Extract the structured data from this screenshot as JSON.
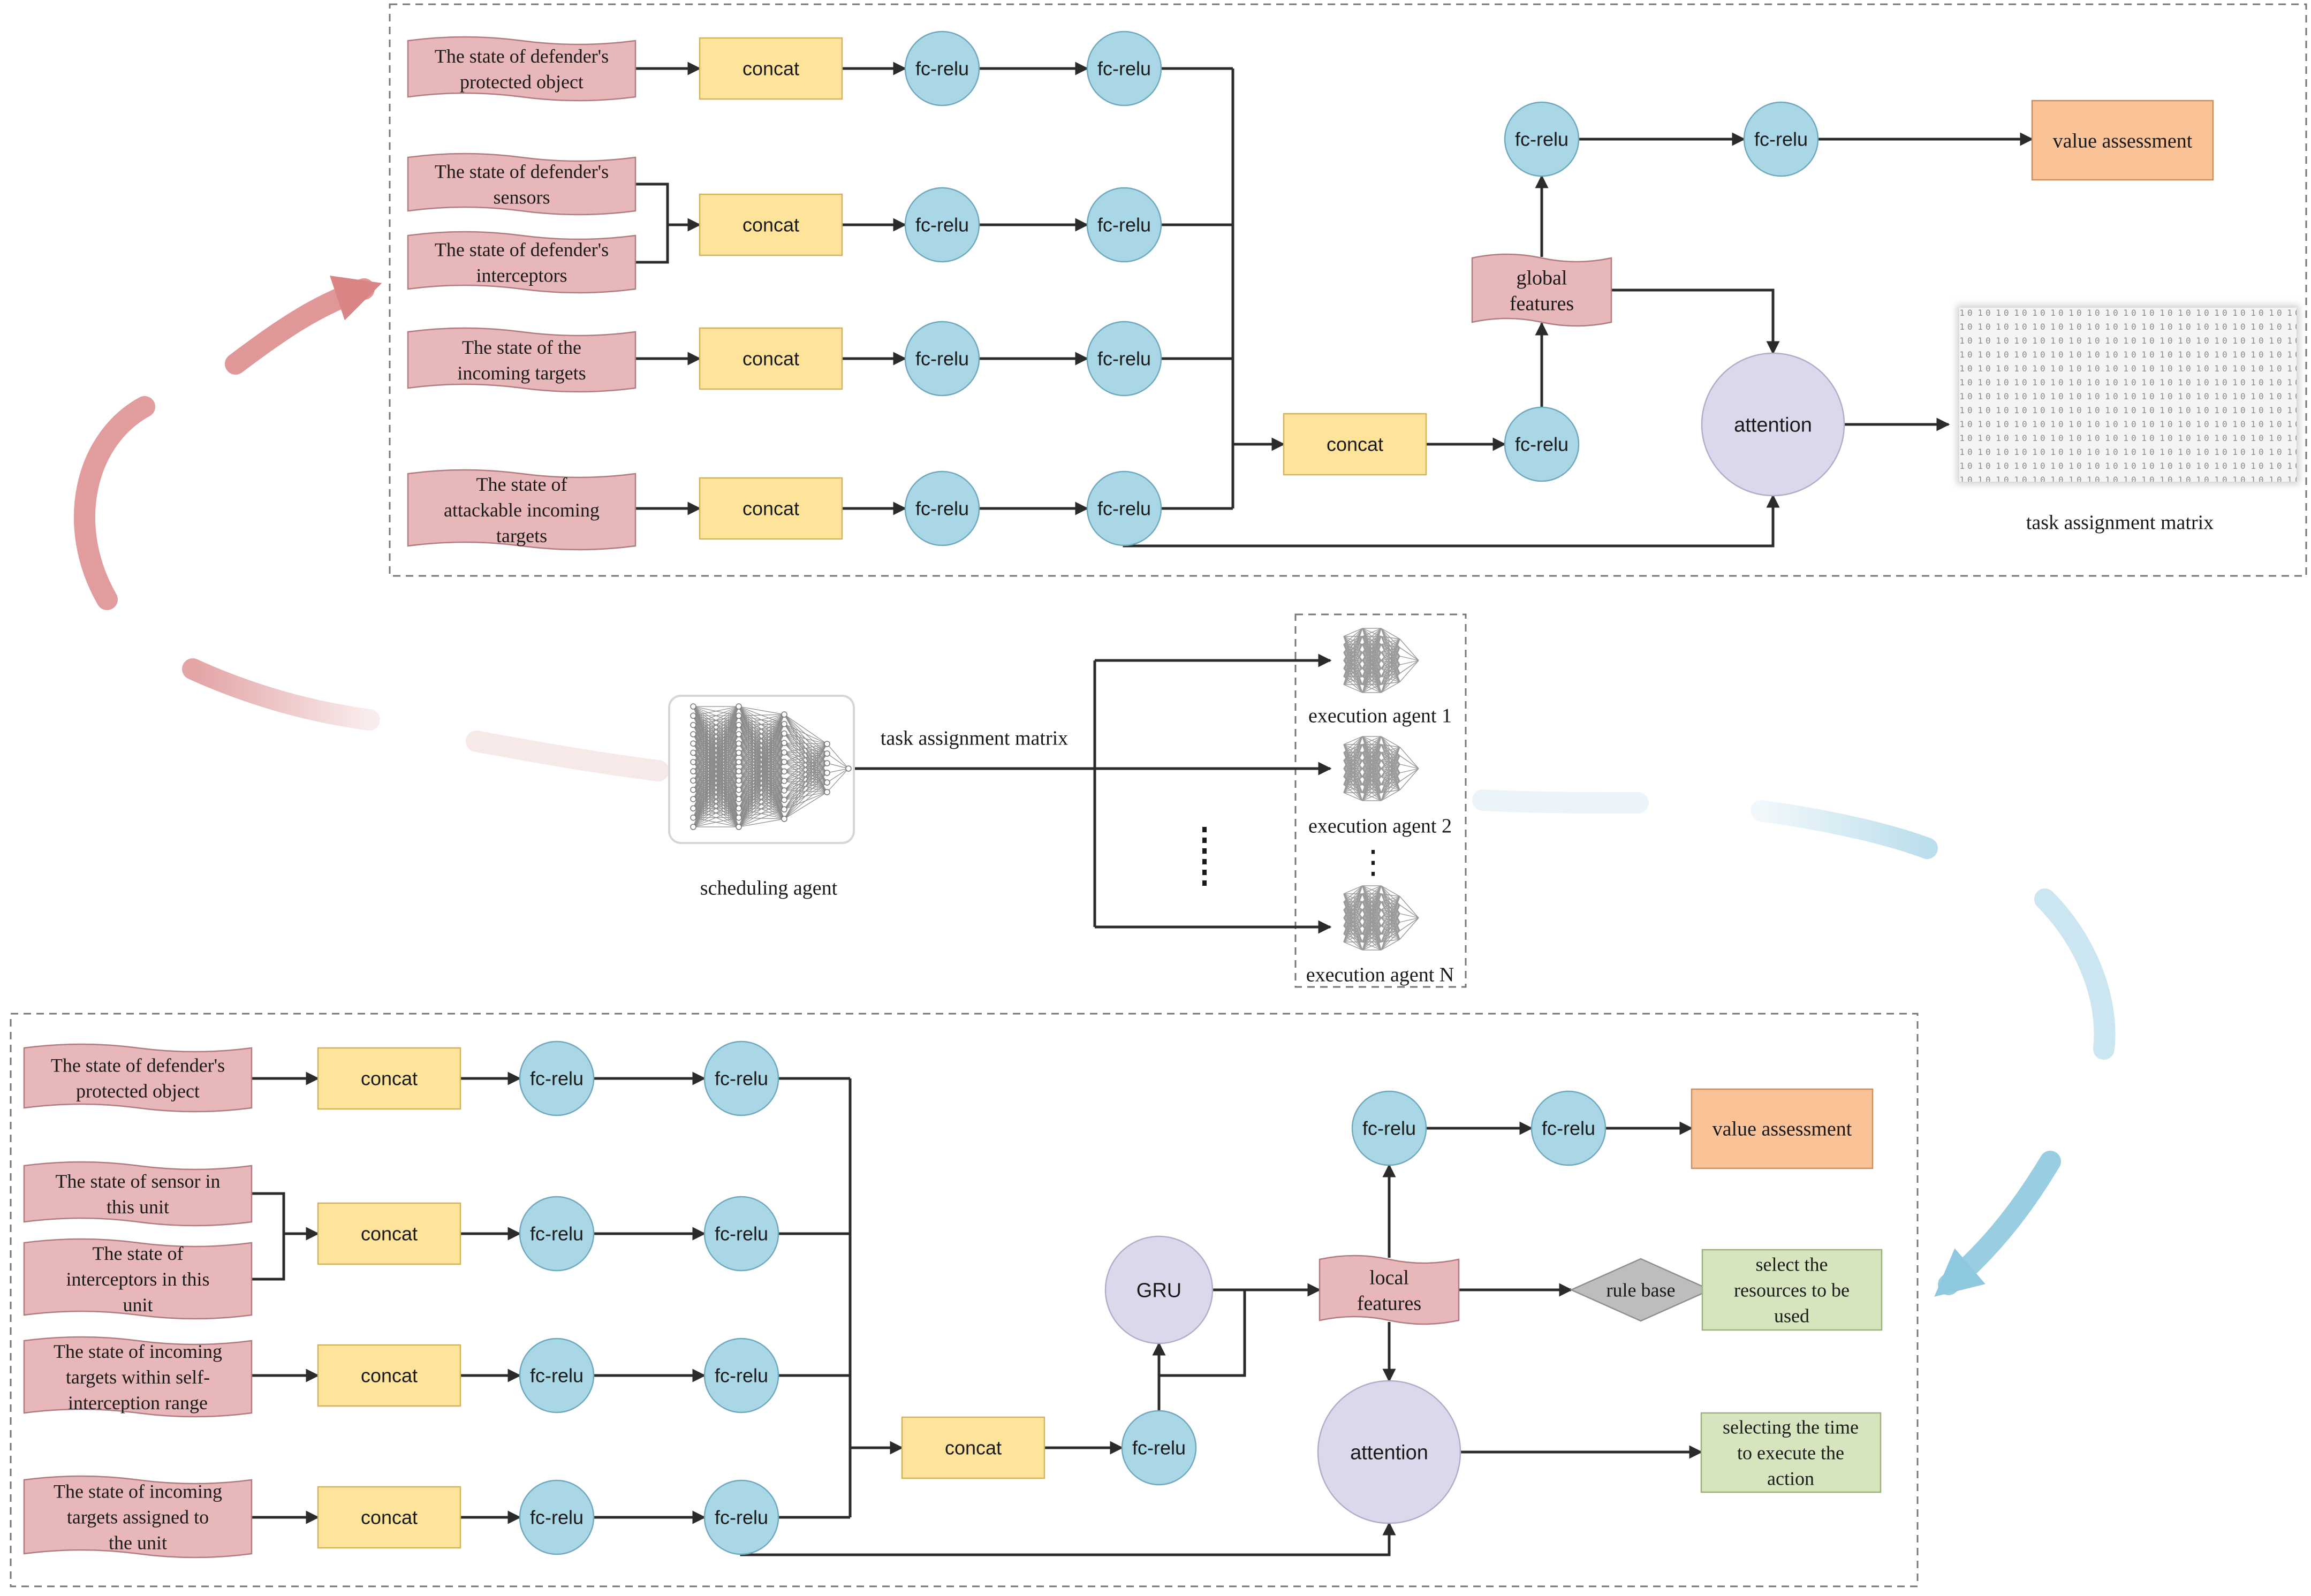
{
  "colors": {
    "input": "#e8b7b9",
    "input_stroke": "#b07c80",
    "concat": "#fde49a",
    "concat_stroke": "#d2b35a",
    "fc": "#a9d7e6",
    "fc_stroke": "#6fa9c0",
    "attention": "#dcd7eb",
    "value": "#f9c397",
    "resource": "#d6e5bd",
    "rule": "#bdbdbd",
    "arc_top": "#d98586",
    "arc_bottom": "#8ec8df"
  },
  "top": {
    "inputs": [
      [
        "The state of defender's",
        "protected object"
      ],
      [
        "The state of defender's",
        "sensors"
      ],
      [
        "The state of defender's",
        "interceptors"
      ],
      [
        "The state of the",
        "incoming targets"
      ],
      [
        "The state of",
        "attackable incoming",
        "targets"
      ]
    ],
    "concat_label": "concat",
    "fc_label": "fc-relu",
    "global_features": [
      "global",
      "features"
    ],
    "attention_label": "attention",
    "value_assessment": "value assessment",
    "matrix_caption": "task assignment matrix"
  },
  "middle": {
    "scheduling_agent": "scheduling agent",
    "matrix_label": "task assignment matrix",
    "agent_1": "execution agent 1",
    "agent_2": "execution agent 2",
    "agent_n": "execution agent N",
    "dots": "⋮"
  },
  "bottom": {
    "inputs": [
      [
        "The state of defender's",
        "protected object"
      ],
      [
        "The state of sensor in",
        "this unit"
      ],
      [
        "The state of",
        "interceptors in this",
        "unit"
      ],
      [
        "The state of incoming",
        "targets within self-",
        "interception range"
      ],
      [
        "The state of incoming",
        "targets assigned to",
        "the unit"
      ]
    ],
    "concat_label": "concat",
    "fc_label": "fc-relu",
    "gru_label": "GRU",
    "local_features": [
      "local",
      "features"
    ],
    "rule_base": "rule base",
    "attention_label": "attention",
    "value_assessment": "value assessment",
    "select_resources": [
      "select the",
      "resources to be",
      "used"
    ],
    "select_time": [
      "selecting the time",
      "to execute the",
      "action"
    ]
  }
}
